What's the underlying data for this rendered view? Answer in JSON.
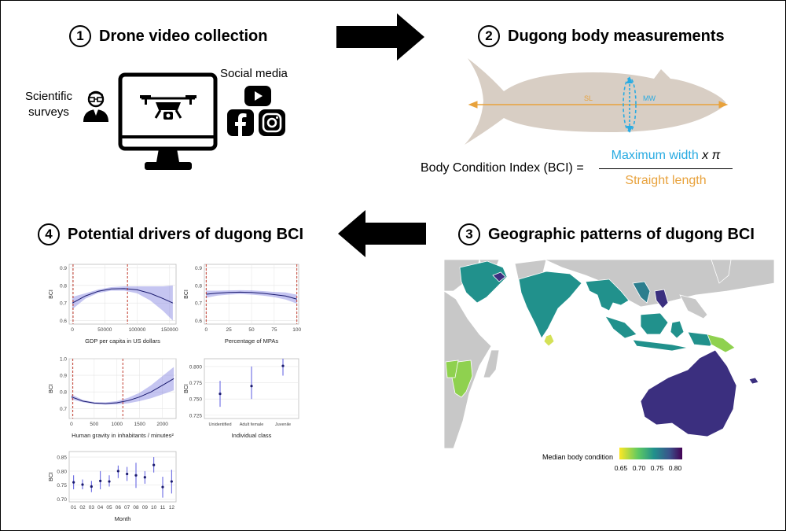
{
  "steps": [
    {
      "num": "1",
      "title": "Drone video collection"
    },
    {
      "num": "2",
      "title": "Dugong body measurements"
    },
    {
      "num": "3",
      "title": "Geographic patterns of dugong BCI"
    },
    {
      "num": "4",
      "title": "Potential drivers of dugong BCI"
    }
  ],
  "panel1": {
    "scientific_surveys": "Scientific surveys",
    "social_media": "Social media"
  },
  "panel2": {
    "sl_label": "SL",
    "mw_label": "MW",
    "formula_lhs": "Body Condition Index (BCI) =",
    "numerator": "Maximum width",
    "times_pi": "x π",
    "denominator": "Straight length",
    "colors": {
      "sl": "#e8a23c",
      "mw": "#29abe2",
      "body": "#d8cec4"
    }
  },
  "panel3": {
    "legend_title": "Median body condition",
    "legend_ticks": [
      "0.65",
      "0.70",
      "0.75",
      "0.80"
    ],
    "colors": {
      "land": "#c8c8c8",
      "low": "#8fd14f",
      "mid": "#21918c",
      "high": "#3b2f7f",
      "yellow": "#d4e157"
    }
  },
  "chart_data": [
    {
      "type": "line",
      "title": "",
      "xlabel": "GDP per capita in US dollars",
      "ylabel": "BCI",
      "xticks": [
        "0",
        "50000",
        "100000",
        "150000"
      ],
      "yticks": [
        "0.6",
        "0.7",
        "0.8",
        "0.9"
      ],
      "xlim": [
        -5000,
        160000
      ],
      "ylim": [
        0.58,
        0.92
      ],
      "x": [
        0,
        20000,
        40000,
        60000,
        80000,
        100000,
        120000,
        140000,
        155000
      ],
      "y": [
        0.7,
        0.74,
        0.767,
        0.78,
        0.782,
        0.775,
        0.755,
        0.725,
        0.7
      ],
      "ci_low": [
        0.665,
        0.725,
        0.757,
        0.77,
        0.77,
        0.755,
        0.715,
        0.655,
        0.6
      ],
      "ci_high": [
        0.735,
        0.755,
        0.777,
        0.79,
        0.795,
        0.795,
        0.795,
        0.795,
        0.8
      ],
      "vlines": [
        1000,
        85000
      ]
    },
    {
      "type": "line",
      "title": "",
      "xlabel": "Percentage of MPAs",
      "ylabel": "BCI",
      "xticks": [
        "0",
        "25",
        "50",
        "75",
        "100"
      ],
      "yticks": [
        "0.6",
        "0.7",
        "0.8",
        "0.9"
      ],
      "xlim": [
        -2,
        102
      ],
      "ylim": [
        0.58,
        0.92
      ],
      "x": [
        0,
        12.5,
        25,
        37.5,
        50,
        62.5,
        75,
        87.5,
        100
      ],
      "y": [
        0.75,
        0.756,
        0.76,
        0.762,
        0.76,
        0.755,
        0.748,
        0.74,
        0.722
      ],
      "ci_low": [
        0.73,
        0.742,
        0.748,
        0.751,
        0.748,
        0.742,
        0.733,
        0.72,
        0.697
      ],
      "ci_high": [
        0.77,
        0.77,
        0.772,
        0.773,
        0.772,
        0.768,
        0.763,
        0.76,
        0.747
      ],
      "vlines": [
        0,
        100
      ]
    },
    {
      "type": "line",
      "title": "",
      "xlabel": "Human gravity in inhabitants / minutes²",
      "ylabel": "BCI",
      "xticks": [
        "0",
        "500",
        "1000",
        "1500",
        "2000"
      ],
      "yticks": [
        "0.7",
        "0.8",
        "0.9",
        "1.0"
      ],
      "xlim": [
        -50,
        2300
      ],
      "ylim": [
        0.64,
        1.0
      ],
      "x": [
        0,
        250,
        500,
        750,
        1000,
        1250,
        1500,
        1750,
        2000,
        2250
      ],
      "y": [
        0.77,
        0.745,
        0.733,
        0.73,
        0.735,
        0.748,
        0.77,
        0.8,
        0.84,
        0.88
      ],
      "ci_low": [
        0.755,
        0.738,
        0.727,
        0.723,
        0.725,
        0.732,
        0.745,
        0.762,
        0.785,
        0.81
      ],
      "ci_high": [
        0.785,
        0.752,
        0.739,
        0.737,
        0.745,
        0.765,
        0.795,
        0.84,
        0.895,
        0.95
      ],
      "vlines": [
        30,
        1130
      ]
    },
    {
      "type": "scatter",
      "title": "",
      "xlabel": "Individual class",
      "ylabel": "BCI",
      "categories": [
        "Unidentified",
        "Adult female",
        "Juvenile"
      ],
      "yticks": [
        "0.725",
        "0.750",
        "0.775",
        "0.800"
      ],
      "ylim": [
        0.72,
        0.812
      ],
      "values": [
        0.758,
        0.77,
        0.801
      ],
      "ci_low": [
        0.738,
        0.75,
        0.786
      ],
      "ci_high": [
        0.778,
        0.8,
        0.812
      ]
    },
    {
      "type": "scatter",
      "title": "",
      "xlabel": "Month",
      "ylabel": "BCI",
      "categories": [
        "01",
        "02",
        "03",
        "04",
        "05",
        "06",
        "07",
        "08",
        "09",
        "10",
        "11",
        "12"
      ],
      "yticks": [
        "0.70",
        "0.75",
        "0.80",
        "0.85"
      ],
      "ylim": [
        0.69,
        0.87
      ],
      "values": [
        0.76,
        0.752,
        0.745,
        0.765,
        0.763,
        0.8,
        0.79,
        0.785,
        0.778,
        0.822,
        0.743,
        0.763
      ],
      "ci_low": [
        0.735,
        0.735,
        0.725,
        0.735,
        0.745,
        0.775,
        0.765,
        0.74,
        0.755,
        0.795,
        0.705,
        0.72
      ],
      "ci_high": [
        0.785,
        0.77,
        0.765,
        0.8,
        0.785,
        0.82,
        0.815,
        0.83,
        0.8,
        0.85,
        0.78,
        0.805
      ]
    }
  ]
}
